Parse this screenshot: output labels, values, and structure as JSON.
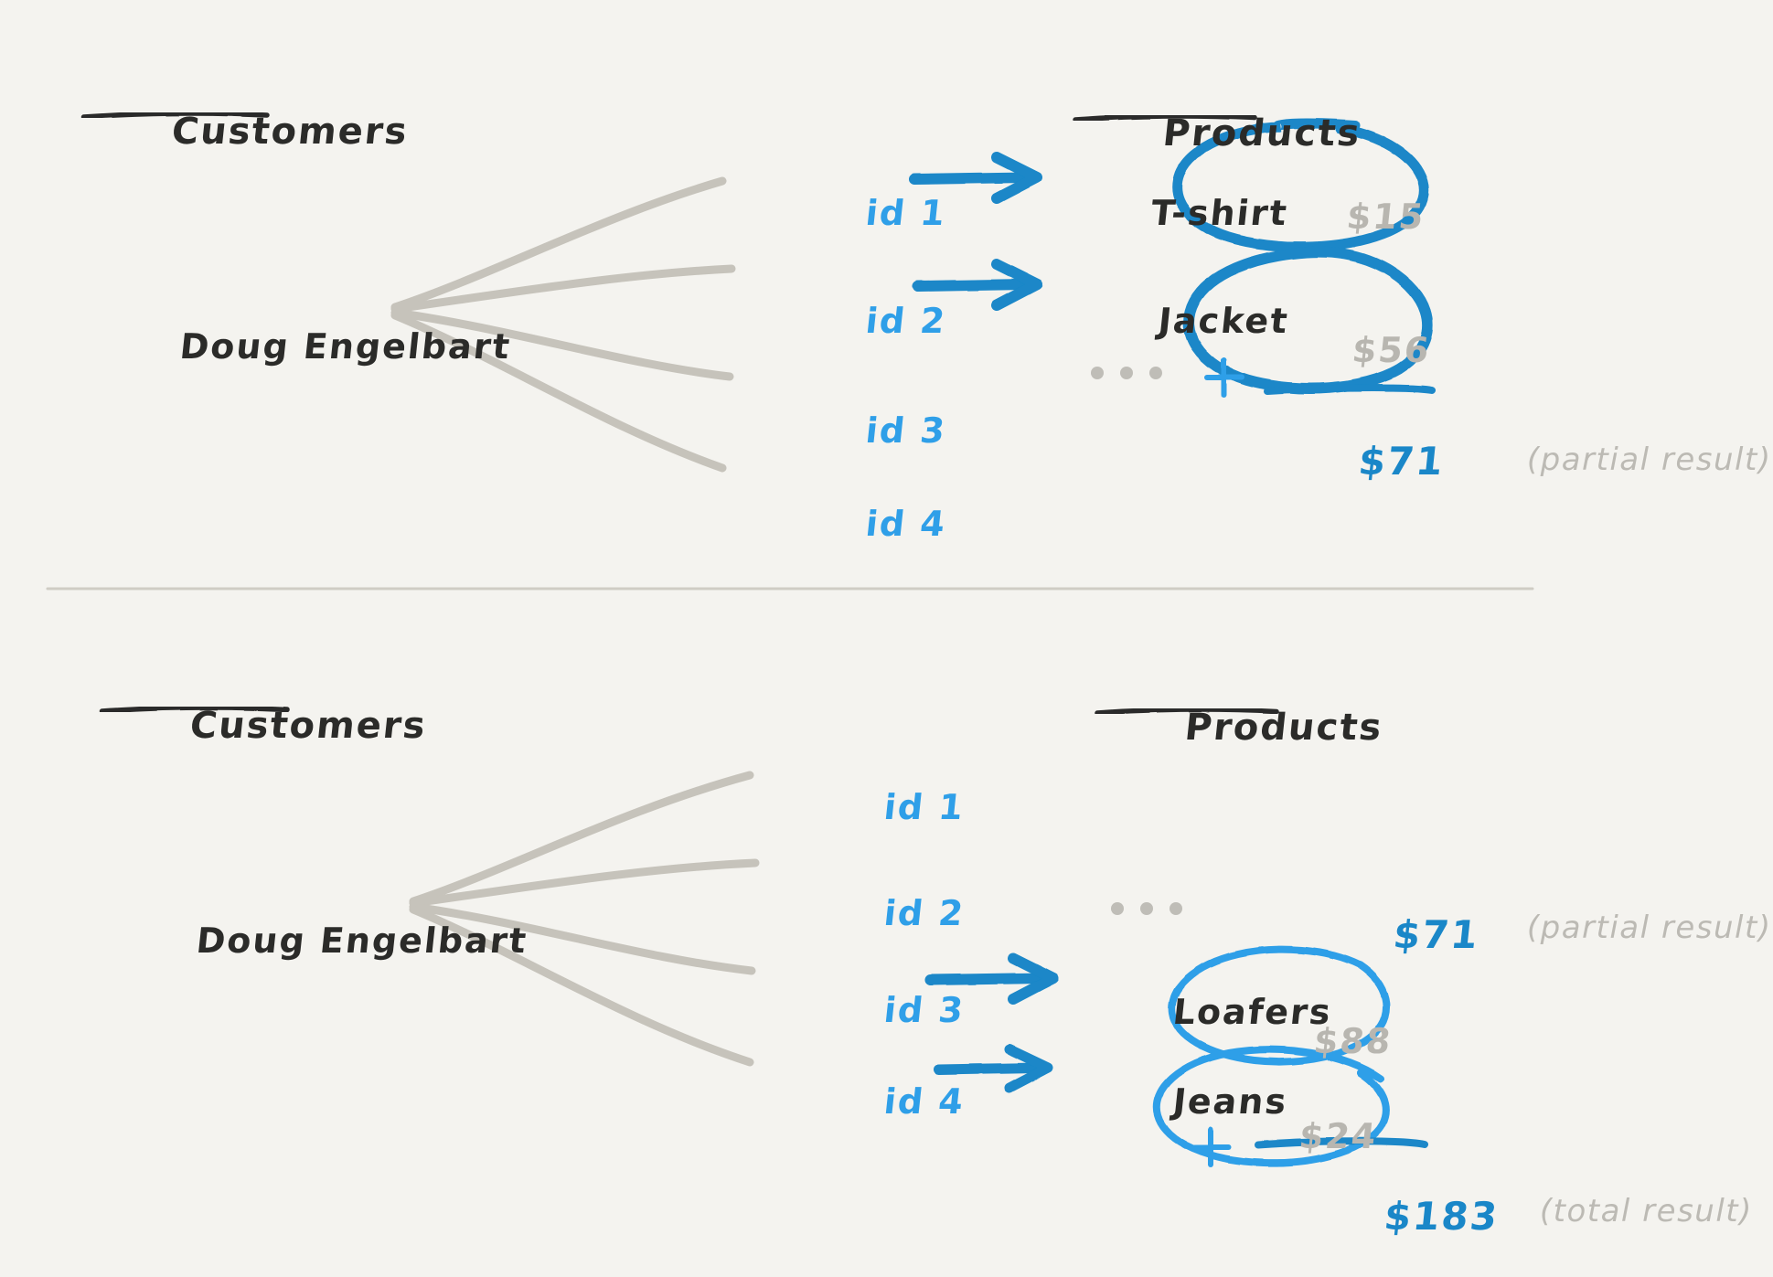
{
  "meta": {
    "background_color": "#f4f3ef",
    "ink_dark": "#2b2b29",
    "ink_blue": "#1a87c8",
    "ink_blue_light": "#2f9fe8",
    "ink_gray": "#b8b6b0",
    "fan_line_color": "#c6c3bb",
    "divider_color": "#cfccc4"
  },
  "panels": [
    {
      "id": "panel-top",
      "customers_header": "Customers",
      "products_header": "Products",
      "customer_name": "Doug Engelbart",
      "ids": [
        "id 1",
        "id 2",
        "id 3",
        "id 4"
      ],
      "rows": [
        {
          "id": "id 1",
          "product": "T-shirt",
          "price": "$15",
          "has_arrow": true,
          "circled": true
        },
        {
          "id": "id 2",
          "product": "Jacket",
          "price": "$56",
          "has_arrow": true,
          "circled": true
        },
        {
          "id": "id 3",
          "product": "",
          "price": "",
          "has_arrow": false,
          "circled": false
        },
        {
          "id": "id 4",
          "product": "",
          "price": "",
          "has_arrow": false,
          "circled": false
        }
      ],
      "ellipsis": "...",
      "plus_sign": "+",
      "sum_value": "$71",
      "sum_note": "(partial result)"
    },
    {
      "id": "panel-bottom",
      "customers_header": "Customers",
      "products_header": "Products",
      "customer_name": "Doug Engelbart",
      "ids": [
        "id 1",
        "id 2",
        "id 3",
        "id 4"
      ],
      "rows": [
        {
          "id": "id 1",
          "product": "",
          "price": "",
          "has_arrow": false,
          "circled": false
        },
        {
          "id": "id 2",
          "product": "",
          "price": "",
          "has_arrow": false,
          "circled": false
        },
        {
          "id": "id 3",
          "product": "Loafers",
          "price": "$88",
          "has_arrow": true,
          "circled": true
        },
        {
          "id": "id 4",
          "product": "Jeans",
          "price": "$24",
          "has_arrow": true,
          "circled": true
        }
      ],
      "ellipsis": "...",
      "carried_value": "$71",
      "carried_note": "(partial result)",
      "plus_sign": "+",
      "sum_value": "$183",
      "sum_note": "(total result)"
    }
  ]
}
